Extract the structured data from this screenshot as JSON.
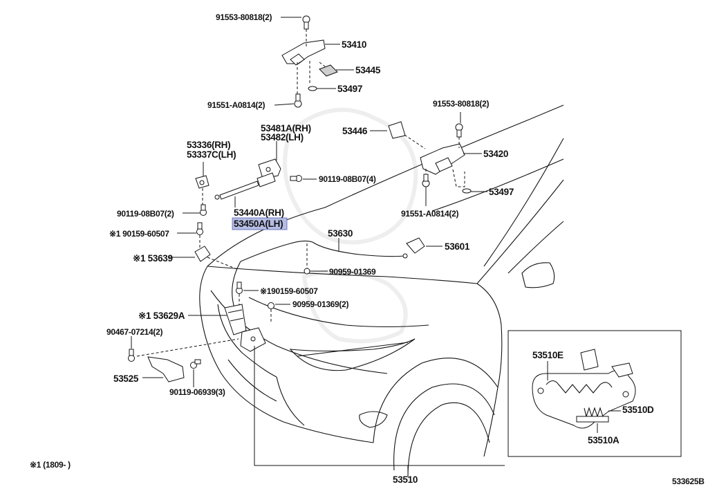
{
  "diagram": {
    "doc_code": "533625B",
    "footnote": "※1 (1809-   )",
    "labels": {
      "p91553_top": "91553-80818(2)",
      "p53410": "53410",
      "p53445": "53445",
      "p53497_top": "53497",
      "p91551_top": "91551-A0814(2)",
      "p53481": "53481A(RH)",
      "p53482": "53482(LH)",
      "p53446": "53446",
      "p91553_right": "91553-80818(2)",
      "p53420": "53420",
      "p53497_right": "53497",
      "p91551_right": "91551-A0814(2)",
      "p53336": "53336(RH)",
      "p53337": "53337C(LH)",
      "p90119_08807_4": "90119-08B07(4)",
      "p90119_08807_2": "90119-08B07(2)",
      "p53440": "53440A(RH)",
      "p53450": "53450A(LH)",
      "p90159_60507_a": "※1 90159-60507",
      "p53639": "※1 53639",
      "p53630": "53630",
      "p53601": "53601",
      "p90959_01369": "90959-01369",
      "p90159_60507_b": "※190159-60507",
      "p90959_01369_2": "90959-01369(2)",
      "p53629A": "※1 53629A",
      "p90467": "90467-07214(2)",
      "p53525": "53525",
      "p90119_06939": "90119-06939(3)",
      "p53510E": "53510E",
      "p53510D": "53510D",
      "p53510A": "53510A",
      "p53510": "53510"
    },
    "highlight_color": "#b6bde4"
  }
}
